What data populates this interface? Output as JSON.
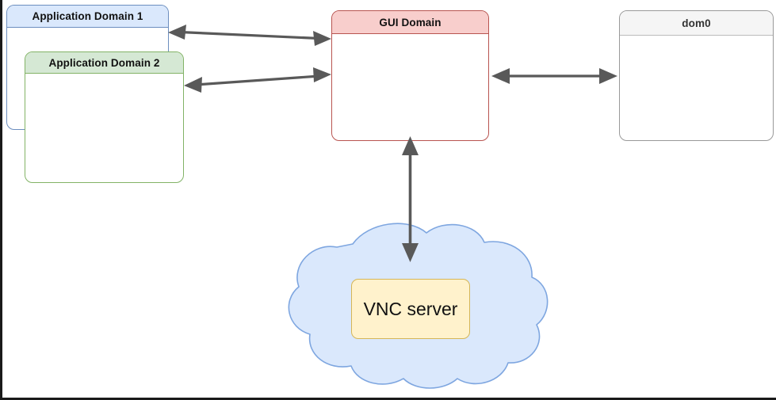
{
  "diagram": {
    "title": "Xen GUI domain / VNC server architecture",
    "background": "#ffffff",
    "border_color": "#1a1a1a"
  },
  "nodes": {
    "app_domain_1": {
      "label": "Application Domain 1",
      "fill": "#dae8fc",
      "stroke": "#6c8ebf"
    },
    "app_domain_2": {
      "label": "Application Domain 2",
      "fill": "#d5e8d4",
      "stroke": "#82b366"
    },
    "gui_domain": {
      "label": "GUI Domain",
      "fill": "#f8cecc",
      "stroke": "#b85450"
    },
    "dom0": {
      "label": "dom0",
      "fill": "#f5f5f5",
      "stroke": "#999999"
    },
    "vnc_server": {
      "label": "VNC server",
      "fill": "#fff2cc",
      "stroke": "#d6b656"
    },
    "cloud": {
      "label": "",
      "fill": "#dae8fc",
      "stroke": "#7ea6e0"
    }
  },
  "connectors": {
    "stroke": "#595959",
    "items": [
      {
        "name": "app-domain-1-to-gui-domain",
        "from": "app_domain_1",
        "to": "gui_domain",
        "direction": "bidirectional",
        "orientation": "horizontal"
      },
      {
        "name": "app-domain-2-to-gui-domain",
        "from": "app_domain_2",
        "to": "gui_domain",
        "direction": "bidirectional",
        "orientation": "horizontal"
      },
      {
        "name": "gui-domain-to-dom0",
        "from": "gui_domain",
        "to": "dom0",
        "direction": "bidirectional",
        "orientation": "horizontal"
      },
      {
        "name": "gui-domain-to-vnc-cloud",
        "from": "gui_domain",
        "to": "cloud",
        "direction": "bidirectional",
        "orientation": "vertical"
      }
    ]
  }
}
